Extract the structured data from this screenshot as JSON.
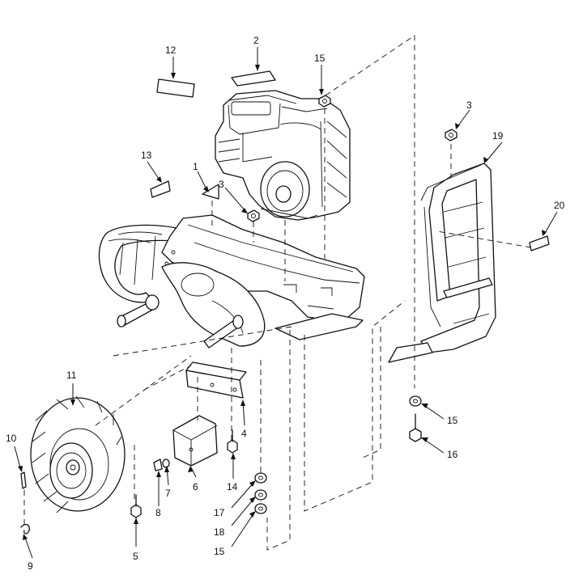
{
  "callouts": [
    {
      "id": "c1",
      "label": "1"
    },
    {
      "id": "c2",
      "label": "2"
    },
    {
      "id": "c3a",
      "label": "3"
    },
    {
      "id": "c3b",
      "label": "3"
    },
    {
      "id": "c4",
      "label": "4"
    },
    {
      "id": "c5",
      "label": "5"
    },
    {
      "id": "c6",
      "label": "6"
    },
    {
      "id": "c7",
      "label": "7"
    },
    {
      "id": "c8",
      "label": "8"
    },
    {
      "id": "c9",
      "label": "9"
    },
    {
      "id": "c10",
      "label": "10"
    },
    {
      "id": "c11",
      "label": "11"
    },
    {
      "id": "c12",
      "label": "12"
    },
    {
      "id": "c13",
      "label": "13"
    },
    {
      "id": "c14",
      "label": "14"
    },
    {
      "id": "c15a",
      "label": "15"
    },
    {
      "id": "c15b",
      "label": "15"
    },
    {
      "id": "c15c",
      "label": "15"
    },
    {
      "id": "c16",
      "label": "16"
    },
    {
      "id": "c17",
      "label": "17"
    },
    {
      "id": "c18",
      "label": "18"
    },
    {
      "id": "c19",
      "label": "19"
    },
    {
      "id": "c20",
      "label": "20"
    }
  ]
}
